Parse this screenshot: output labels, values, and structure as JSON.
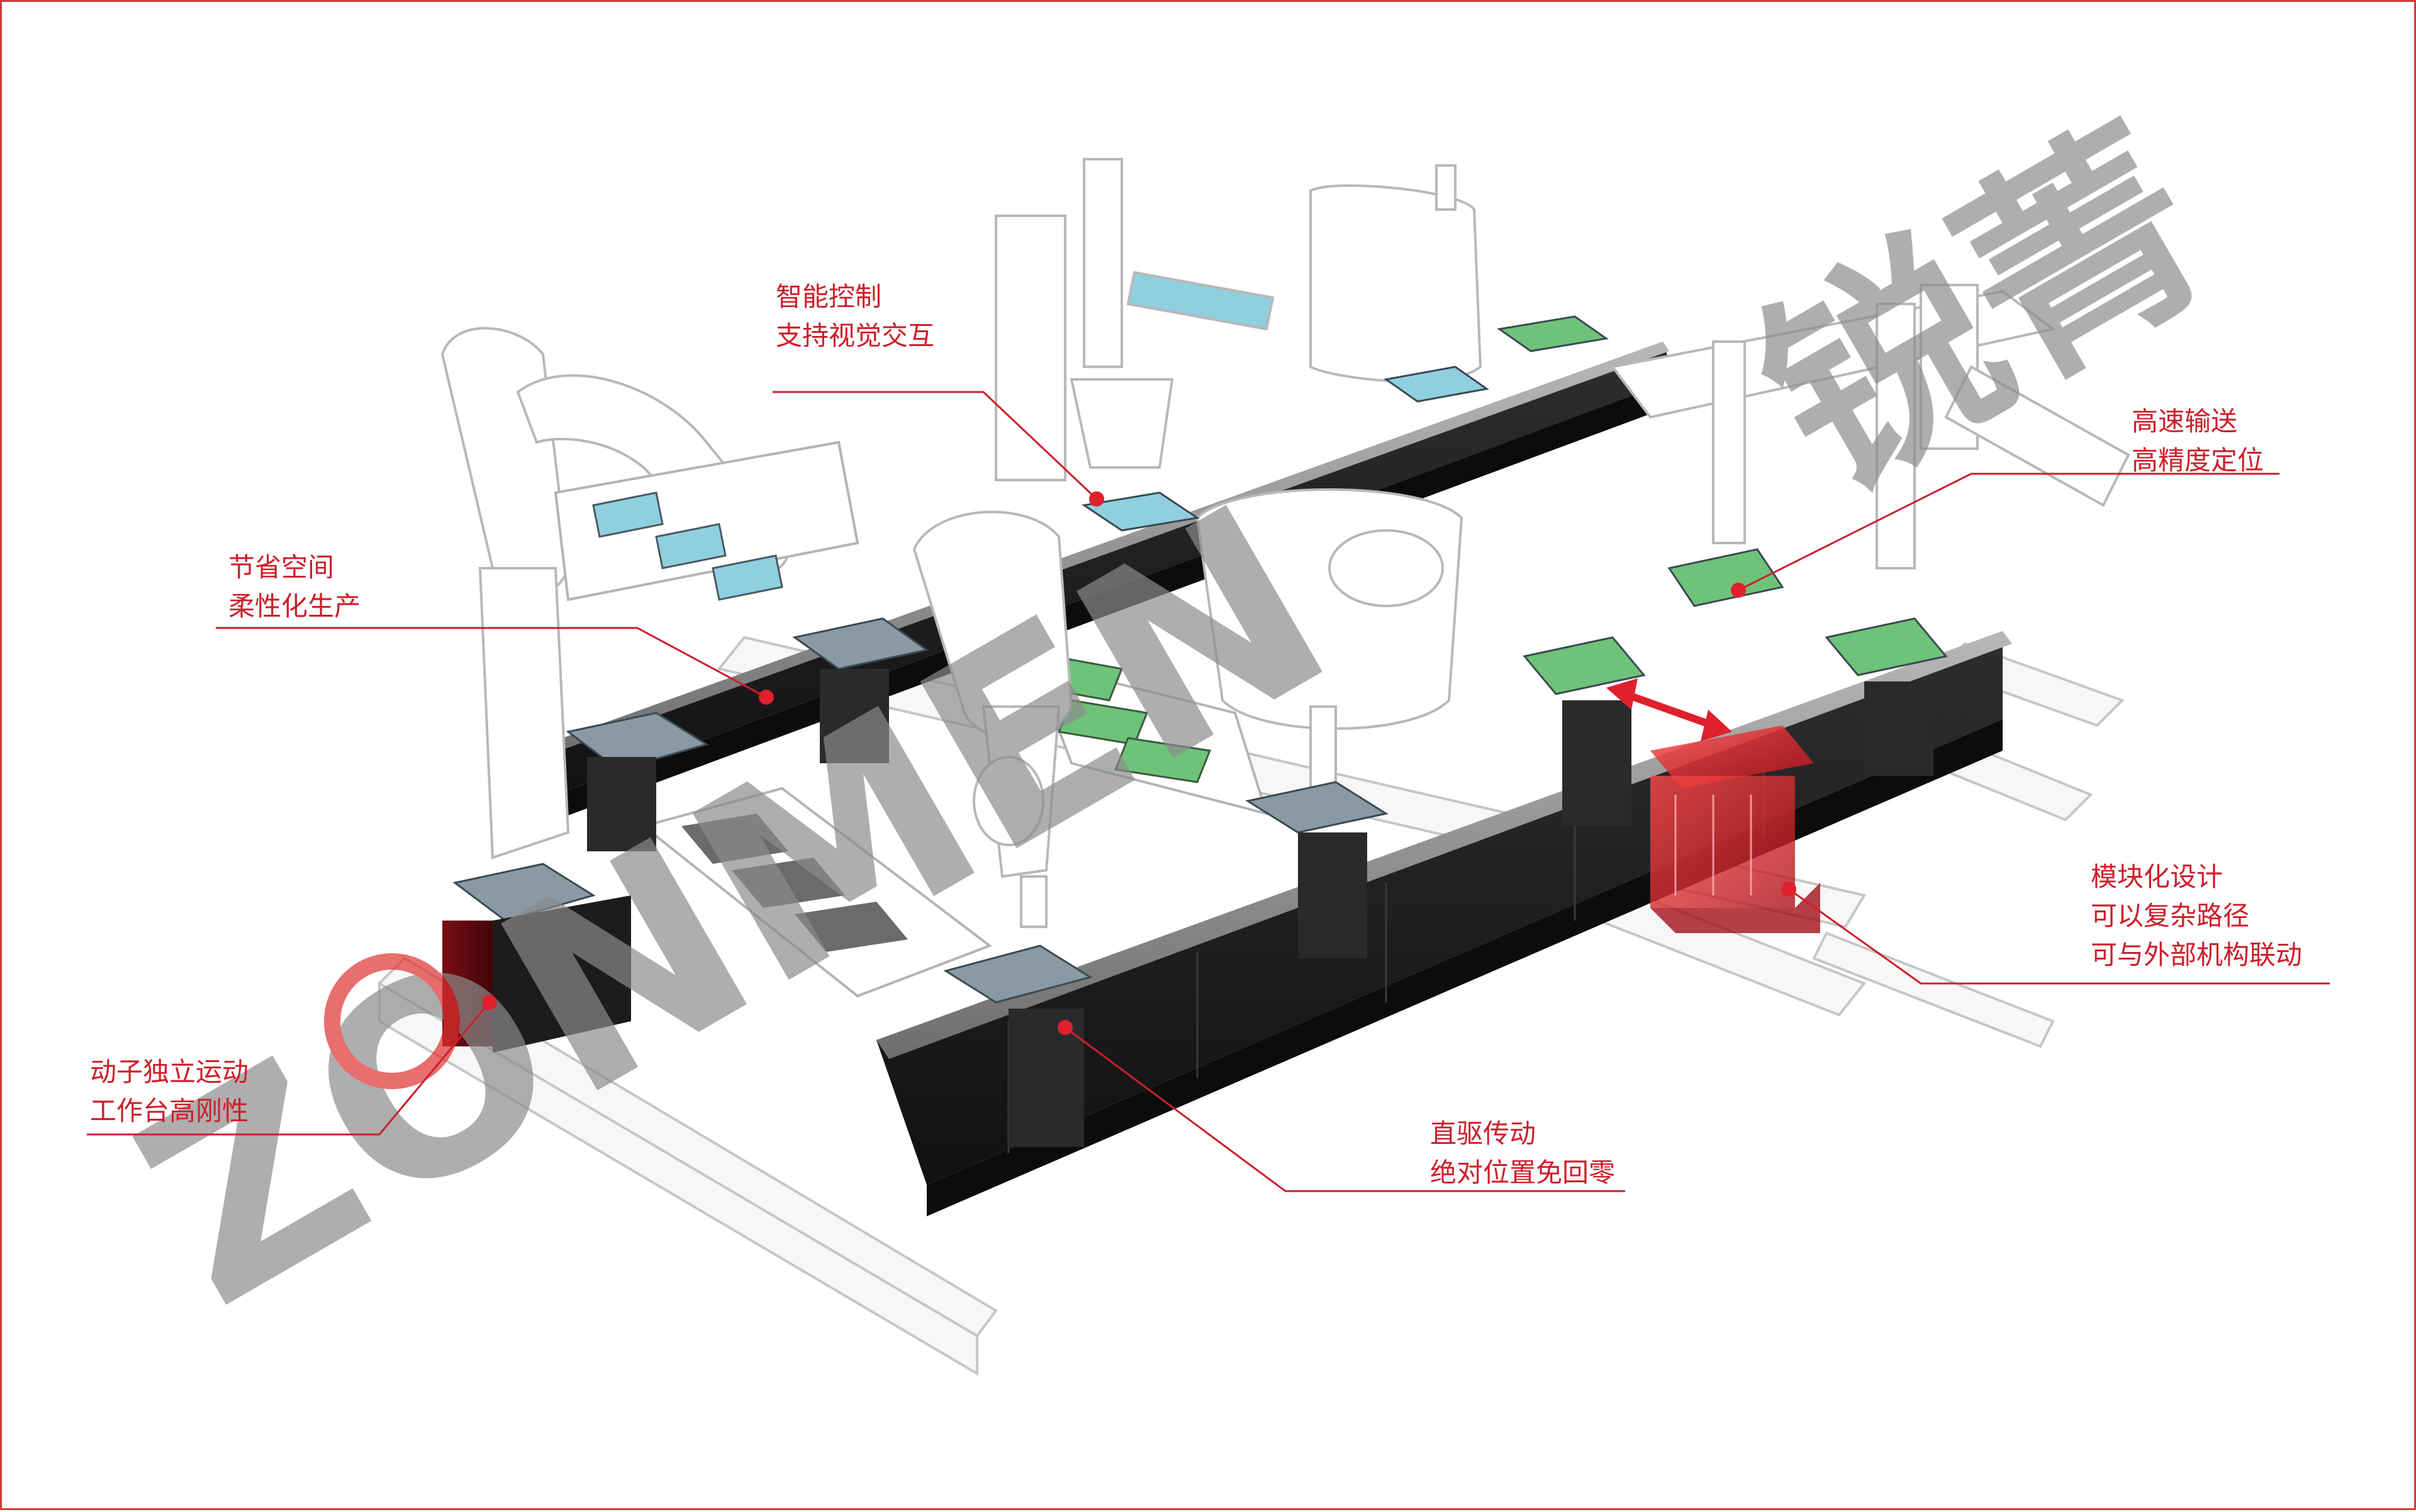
{
  "callouts": {
    "smart_control": {
      "line1": "智能控制",
      "line2": "支持视觉交互"
    },
    "save_space": {
      "line1": "节省空间",
      "line2": "柔性化生产"
    },
    "high_speed": {
      "line1": "高速输送",
      "line2": "高精度定位"
    },
    "modular": {
      "line1": "模块化设计",
      "line2": "可以复杂路径",
      "line3": "可与外部机构联动"
    },
    "mover": {
      "line1": "动子独立运动",
      "line2": "工作台高刚性"
    },
    "direct_drive": {
      "line1": "直驱传动",
      "line2": "绝对位置免回零"
    }
  },
  "watermark": {
    "text": "ZONMEN",
    "cjk": "锐菁"
  },
  "colors": {
    "accent_red": "#cc1f2a",
    "highlight_red": "#e0202c",
    "track_black": "#1c1c1e",
    "pallet_gray": "#8a9aa4",
    "product_green": "#6fc27a",
    "product_blue": "#8fcfe0",
    "frame_line": "#c8c8c8"
  }
}
